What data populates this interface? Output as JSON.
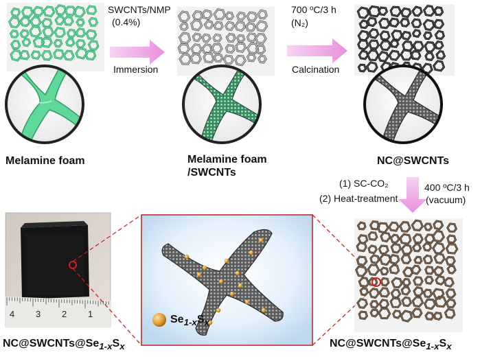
{
  "arrows": {
    "step1": {
      "top": "SWCNTs/NMP",
      "top2": "(0.4%)",
      "bottom": "Immersion"
    },
    "step2": {
      "top": "700 ºC/3 h",
      "top2": "(N₂)",
      "bottom": "Calcination"
    },
    "step3": {
      "left1": "(1) SC-CO₂",
      "left2": "(2) Heat-treatment",
      "right1": "400 ºC/3 h",
      "right2": "(vacuum)"
    }
  },
  "labels": {
    "melamine": "Melamine foam",
    "melamine_swcnts_1": "Melamine foam",
    "melamine_swcnts_2": "/SWCNTs",
    "nc_swcnts": "NC@SWCNTs",
    "final_left": {
      "prefix": "NC@SWCNTs@Se",
      "sub1": "1-x",
      "mid": "S",
      "sub2": "x"
    },
    "final_right": {
      "prefix": "NC@SWCNTs@Se",
      "sub1": "1-x",
      "mid": "S",
      "sub2": "x"
    },
    "legend": {
      "prefix": "Se",
      "sub1": "1-x",
      "mid": "S",
      "sub2": "x"
    }
  },
  "ruler": {
    "ticks": [
      "4",
      "3",
      "2",
      "1"
    ]
  },
  "colors": {
    "melamine": "#5fd89a",
    "melamine_dark": "#2d9e62",
    "swcnt_grey": "#8a8a8a",
    "nc_black": "#1e1e1e",
    "final_brown": "#4a3a2c",
    "arrow_pink": "#f0a8e8",
    "se_orange": "#e0a030",
    "connector_red": "#d21e1e",
    "panel_border": "#b22020"
  }
}
